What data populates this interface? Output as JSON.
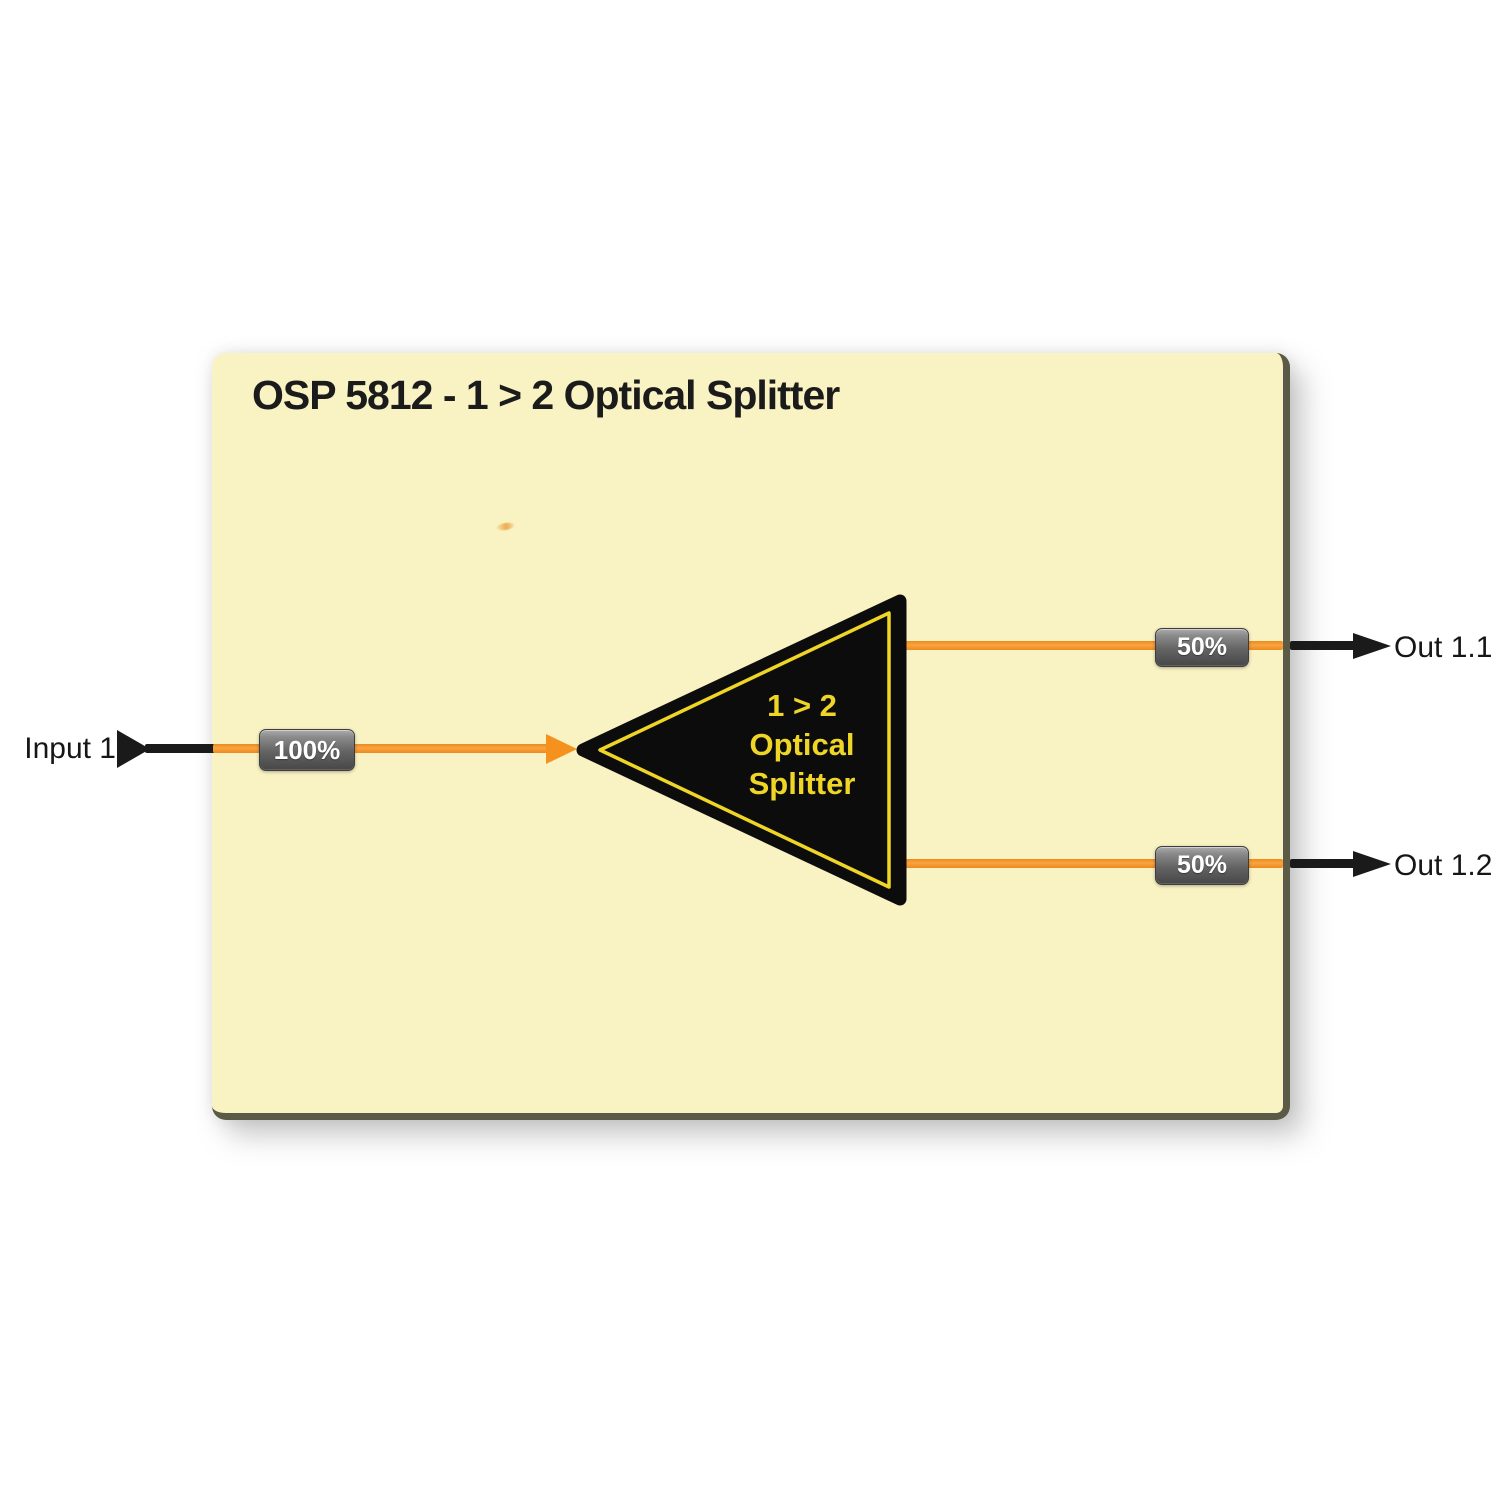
{
  "title": "OSP 5812 - 1 > 2 Optical Splitter",
  "input": {
    "label": "Input 1",
    "power": "100%"
  },
  "splitter": {
    "label_lines": [
      "1 > 2",
      "Optical",
      "Splitter"
    ]
  },
  "outputs": [
    {
      "label": "Out 1.1",
      "power": "50%"
    },
    {
      "label": "Out 1.2",
      "power": "50%"
    }
  ],
  "colors": {
    "panel_bg": "#F9F2C3",
    "panel_edge": "#5B5A46",
    "wire_orange": "#F5921E",
    "wire_black": "#1A1A1A",
    "splitter_fill": "#0C0C0C",
    "splitter_accent": "#EFD525",
    "badge_text": "#FFFFFF"
  }
}
